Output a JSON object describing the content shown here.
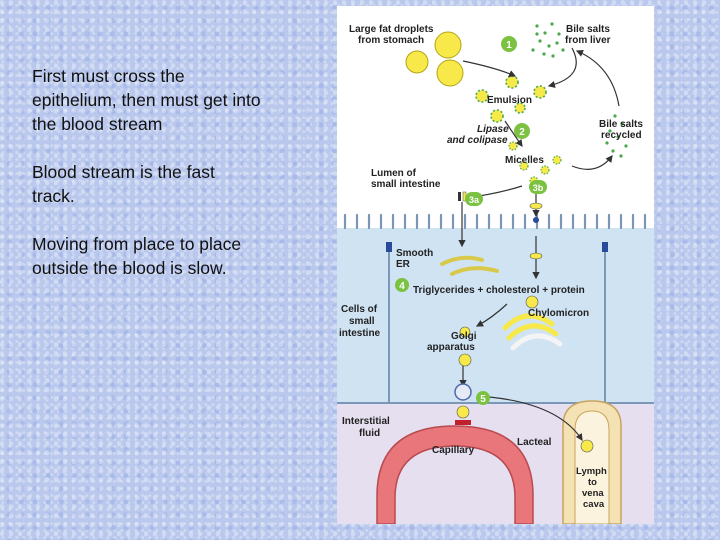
{
  "slide": {
    "paragraphs": [
      "First must cross the epithelium, then must get into the blood stream",
      "Blood stream is the fast track.",
      "Moving from place to place outside the blood is slow."
    ]
  },
  "diagram": {
    "labels": {
      "large_fat_line1": "Large fat droplets",
      "large_fat_line2": "from stomach",
      "bile_salts_line1": "Bile salts",
      "bile_salts_line2": "from liver",
      "emulsion": "Emulsion",
      "lipase_line1": "Lipase",
      "lipase_line2": "and colipase",
      "bile_recycled_line1": "Bile salts",
      "bile_recycled_line2": "recycled",
      "micelles": "Micelles",
      "lumen_line1": "Lumen of",
      "lumen_line2": "small intestine",
      "smooth_er_line1": "Smooth",
      "smooth_er_line2": "ER",
      "triglycerides": "Triglycerides + cholesterol + protein",
      "chylomicron": "Chylomicron",
      "cells_line1": "Cells of",
      "cells_line2": "small",
      "cells_line3": "intestine",
      "golgi_line1": "Golgi",
      "golgi_line2": "apparatus",
      "interstitial_line1": "Interstitial",
      "interstitial_line2": "fluid",
      "capillary": "Capillary",
      "lacteal": "Lacteal",
      "lymph_line1": "Lymph",
      "lymph_line2": "to",
      "lymph_line3": "vena",
      "lymph_line4": "cava"
    },
    "steps": [
      "1",
      "2",
      "3a",
      "3b",
      "4",
      "5"
    ],
    "colors": {
      "fat": "#f7e94a",
      "step_badge": "#7cc242",
      "bile": "#4aa84a",
      "cell": "#cfe3f3",
      "lumen": "#ffffff",
      "interstitial": "#e5dff0",
      "capillary": "#e8767a",
      "lacteal": "#f4e2b5",
      "arrow": "#333333"
    }
  }
}
